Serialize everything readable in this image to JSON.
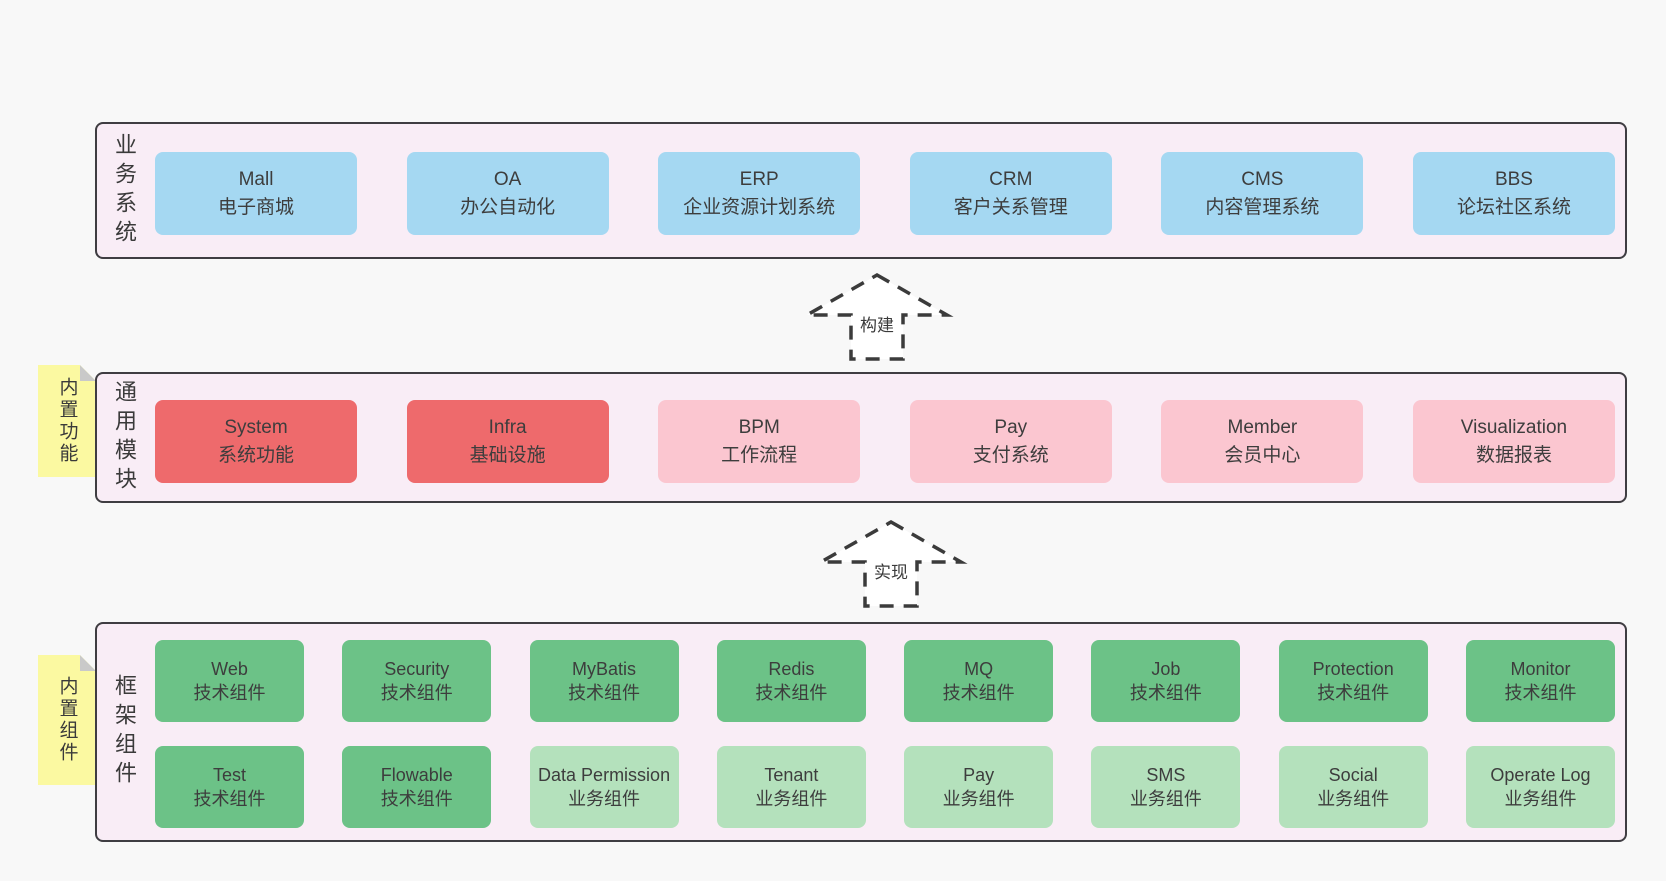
{
  "colors": {
    "page_bg": "#f8f8f8",
    "container_bg": "#f9edf6",
    "border": "#3f3d42",
    "blue": "#a5d8f2",
    "red": "#ee6a6c",
    "pink": "#fbc6d0",
    "green": "#6cc287",
    "light_green": "#b4e1bc",
    "sticky": "#fbf9a1",
    "sticky_fold": "#c9c9c9",
    "text": "#3d3d3d"
  },
  "layers": {
    "business": {
      "label": "业务系统",
      "boxes": [
        {
          "name": "Mall",
          "desc": "电子商城",
          "variant": "blue"
        },
        {
          "name": "OA",
          "desc": "办公自动化",
          "variant": "blue"
        },
        {
          "name": "ERP",
          "desc": "企业资源计划系统",
          "variant": "blue"
        },
        {
          "name": "CRM",
          "desc": "客户关系管理",
          "variant": "blue"
        },
        {
          "name": "CMS",
          "desc": "内容管理系统",
          "variant": "blue"
        },
        {
          "name": "BBS",
          "desc": "论坛社区系统",
          "variant": "blue"
        }
      ]
    },
    "common": {
      "label": "通用模块",
      "sticky": "内置功能",
      "boxes": [
        {
          "name": "System",
          "desc": "系统功能",
          "variant": "red"
        },
        {
          "name": "Infra",
          "desc": "基础设施",
          "variant": "red"
        },
        {
          "name": "BPM",
          "desc": "工作流程",
          "variant": "pink"
        },
        {
          "name": "Pay",
          "desc": "支付系统",
          "variant": "pink"
        },
        {
          "name": "Member",
          "desc": "会员中心",
          "variant": "pink"
        },
        {
          "name": "Visualization",
          "desc": "数据报表",
          "variant": "pink"
        }
      ]
    },
    "framework": {
      "label": "框架组件",
      "sticky": "内置组件",
      "row1": [
        {
          "name": "Web",
          "desc": "技术组件",
          "variant": "green"
        },
        {
          "name": "Security",
          "desc": "技术组件",
          "variant": "green"
        },
        {
          "name": "MyBatis",
          "desc": "技术组件",
          "variant": "green"
        },
        {
          "name": "Redis",
          "desc": "技术组件",
          "variant": "green"
        },
        {
          "name": "MQ",
          "desc": "技术组件",
          "variant": "green"
        },
        {
          "name": "Job",
          "desc": "技术组件",
          "variant": "green"
        },
        {
          "name": "Protection",
          "desc": "技术组件",
          "variant": "green"
        },
        {
          "name": "Monitor",
          "desc": "技术组件",
          "variant": "green"
        }
      ],
      "row2": [
        {
          "name": "Test",
          "desc": "技术组件",
          "variant": "green"
        },
        {
          "name": "Flowable",
          "desc": "技术组件",
          "variant": "green"
        },
        {
          "name": "Data Permission",
          "desc": "业务组件",
          "variant": "light_green"
        },
        {
          "name": "Tenant",
          "desc": "业务组件",
          "variant": "light_green"
        },
        {
          "name": "Pay",
          "desc": "业务组件",
          "variant": "light_green"
        },
        {
          "name": "SMS",
          "desc": "业务组件",
          "variant": "light_green"
        },
        {
          "name": "Social",
          "desc": "业务组件",
          "variant": "light_green"
        },
        {
          "name": "Operate Log",
          "desc": "业务组件",
          "variant": "light_green"
        }
      ]
    }
  },
  "arrows": [
    {
      "label": "构建",
      "direction": "up"
    },
    {
      "label": "实现",
      "direction": "up"
    }
  ]
}
